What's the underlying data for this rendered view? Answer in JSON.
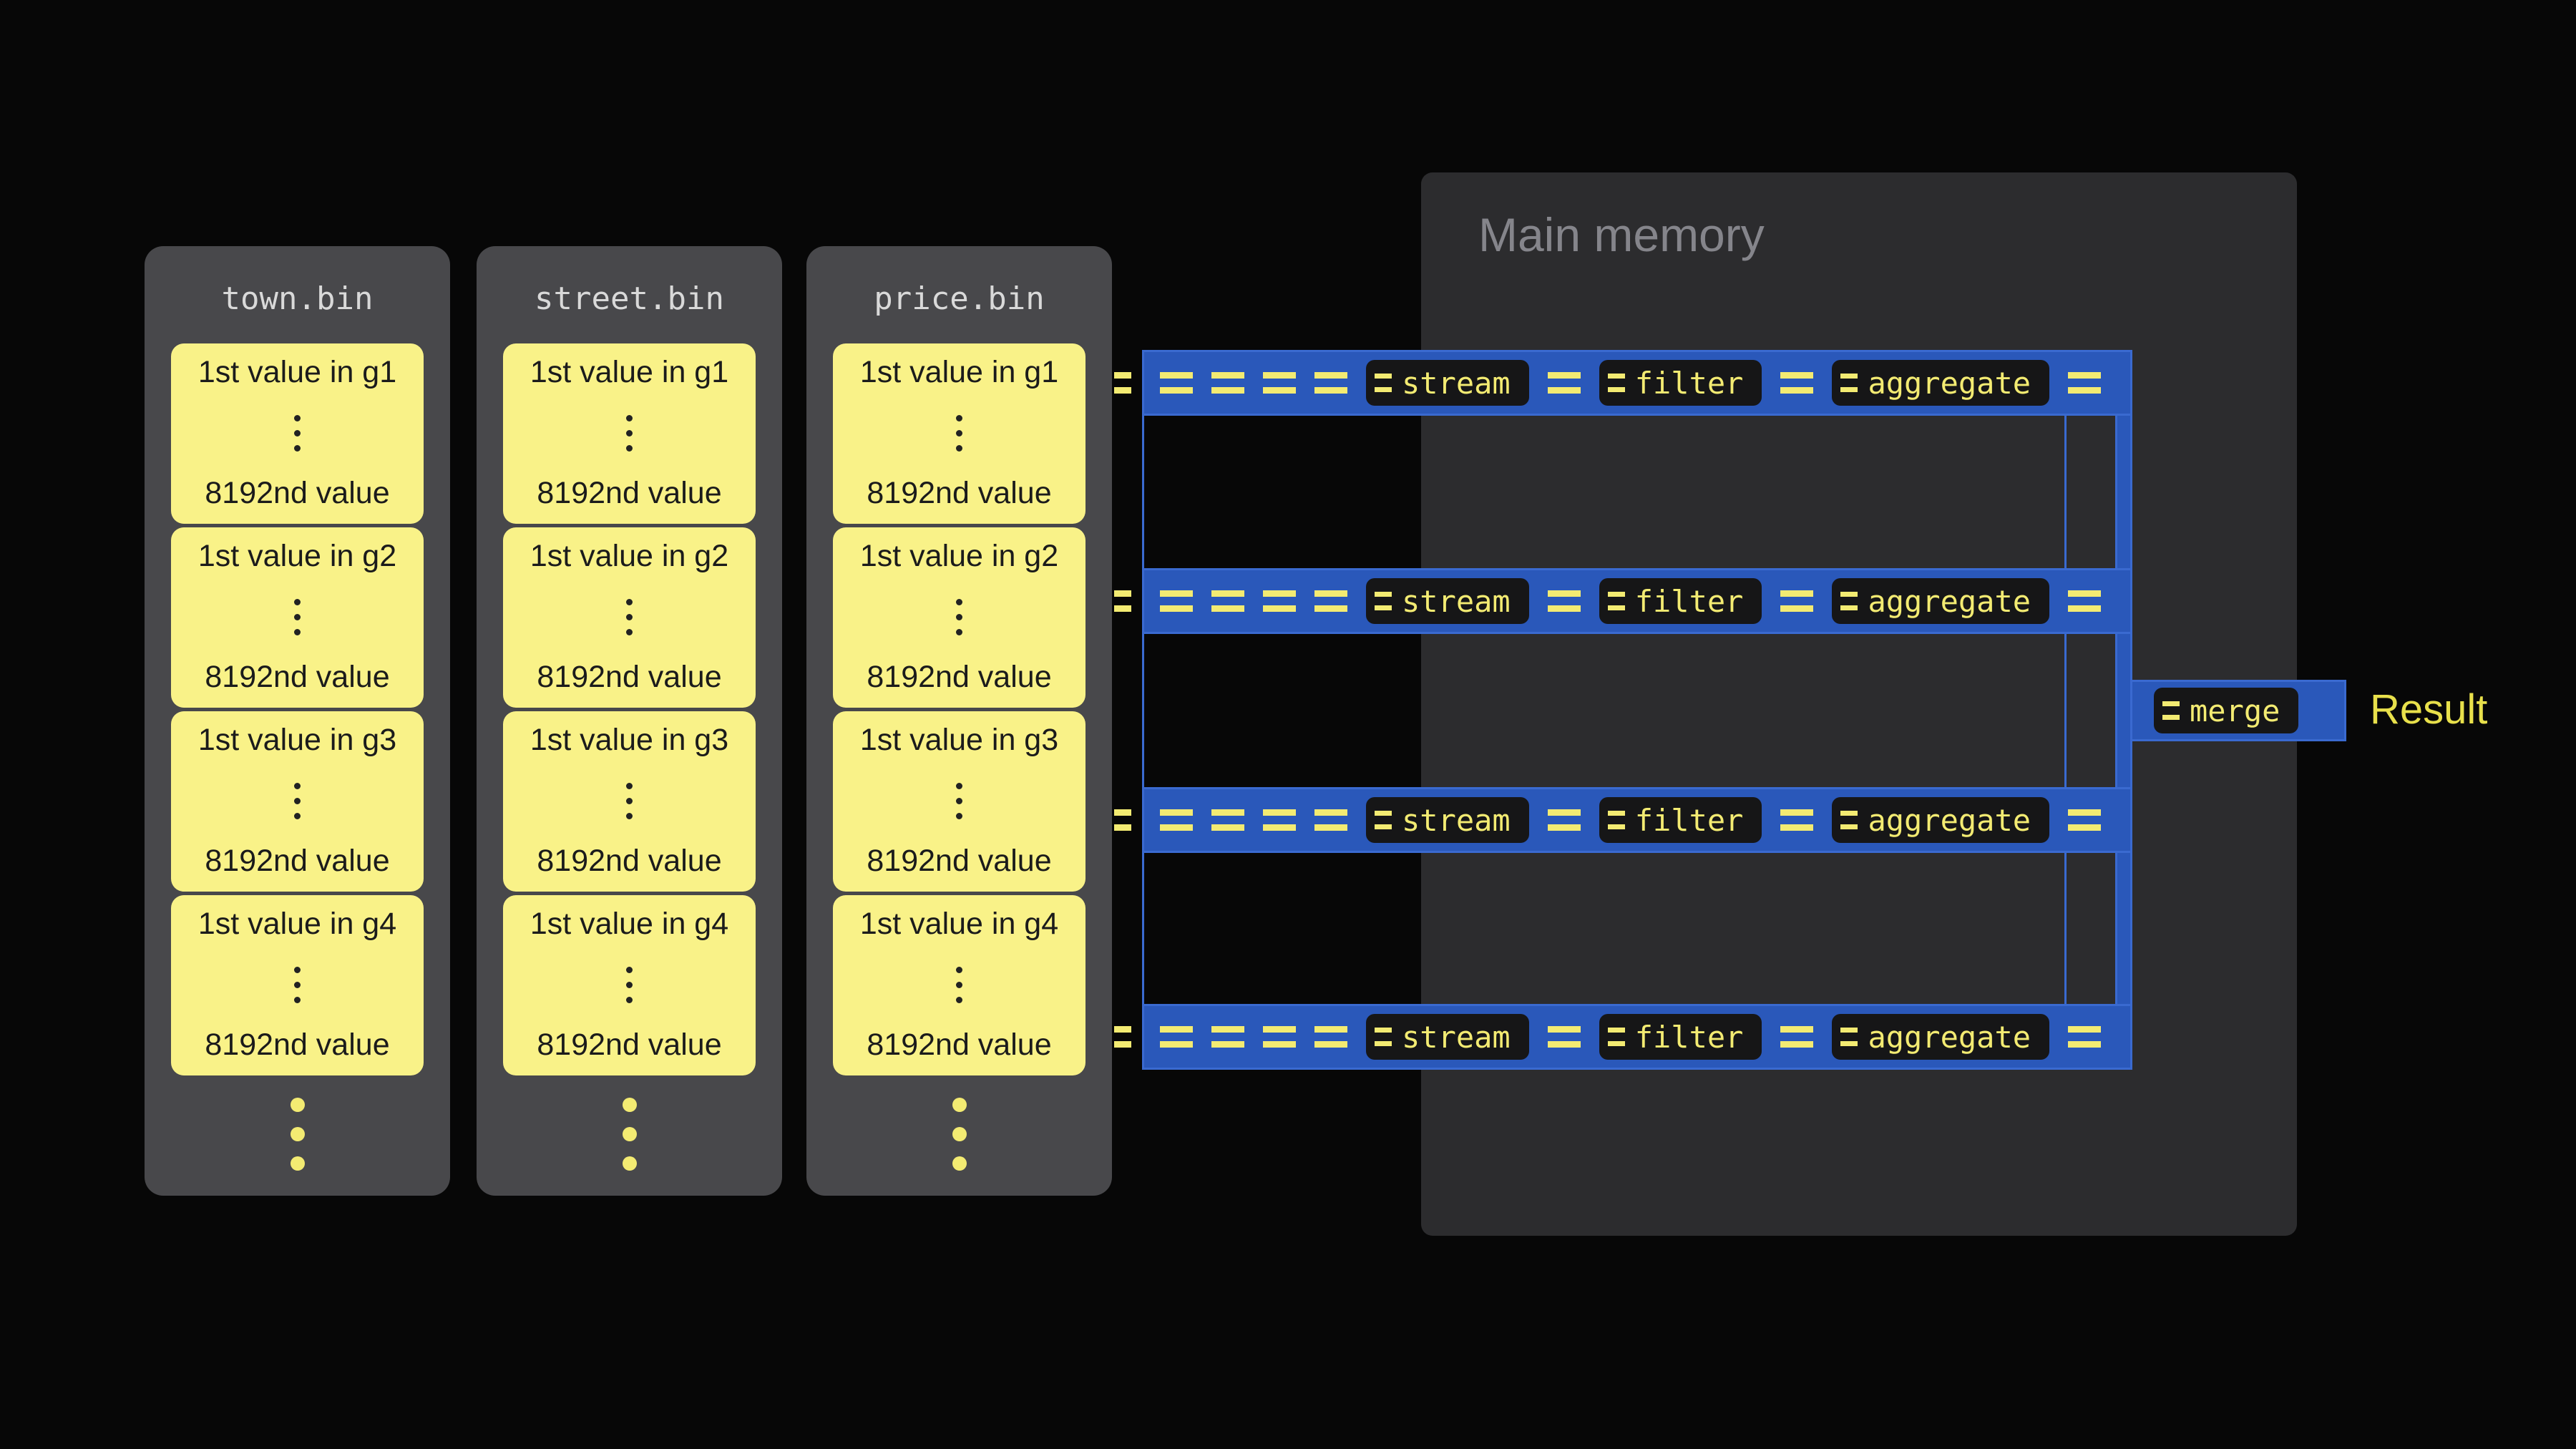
{
  "files": [
    {
      "name": "town.bin"
    },
    {
      "name": "street.bin"
    },
    {
      "name": "price.bin"
    }
  ],
  "groups": [
    {
      "first": "1st value in g1",
      "last": "8192nd value"
    },
    {
      "first": "1st value in g2",
      "last": "8192nd value"
    },
    {
      "first": "1st value in g3",
      "last": "8192nd value"
    },
    {
      "first": "1st value in g4",
      "last": "8192nd value"
    }
  ],
  "memory": {
    "title": "Main memory"
  },
  "pipeline": {
    "stages": [
      "stream",
      "filter",
      "aggregate"
    ],
    "merge_label": "merge",
    "result_label": "Result"
  },
  "colors": {
    "pipe_blue": "#2a58ba",
    "pipe_outline": "#3a6ad0",
    "chunk_yellow": "#f3eb72",
    "block_yellow": "#f9f288",
    "result_yellow": "#e8e04b"
  }
}
